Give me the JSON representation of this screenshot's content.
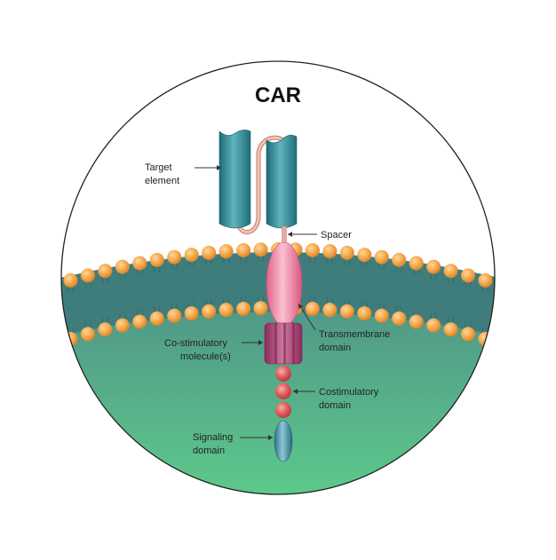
{
  "title": "CAR",
  "labels": {
    "target_element": [
      "Target",
      "element"
    ],
    "spacer": "Spacer",
    "transmembrane_domain": [
      "Transmembrane",
      "domain"
    ],
    "costimulatory_molecules": [
      "Co-stimulatory",
      "molecule(s)"
    ],
    "costimulatory_domain": [
      "Costimulatory",
      "domain"
    ],
    "signaling_domain": [
      "Signaling",
      "domain"
    ]
  },
  "colors": {
    "outline": "#222222",
    "cytoplasm_top": "#4e8c8a",
    "cytoplasm_bottom": "#5ed089",
    "lipid_head": "#f4a647",
    "lipid_tail": "#3f7a7c",
    "target_element": "#2f8390",
    "spacer": "#e8b4a0",
    "transmembrane": "#e87a9a",
    "costim_molecule": "#a03a6e",
    "costim_domain": "#e05a5a",
    "signaling": "#4a8fa8"
  }
}
